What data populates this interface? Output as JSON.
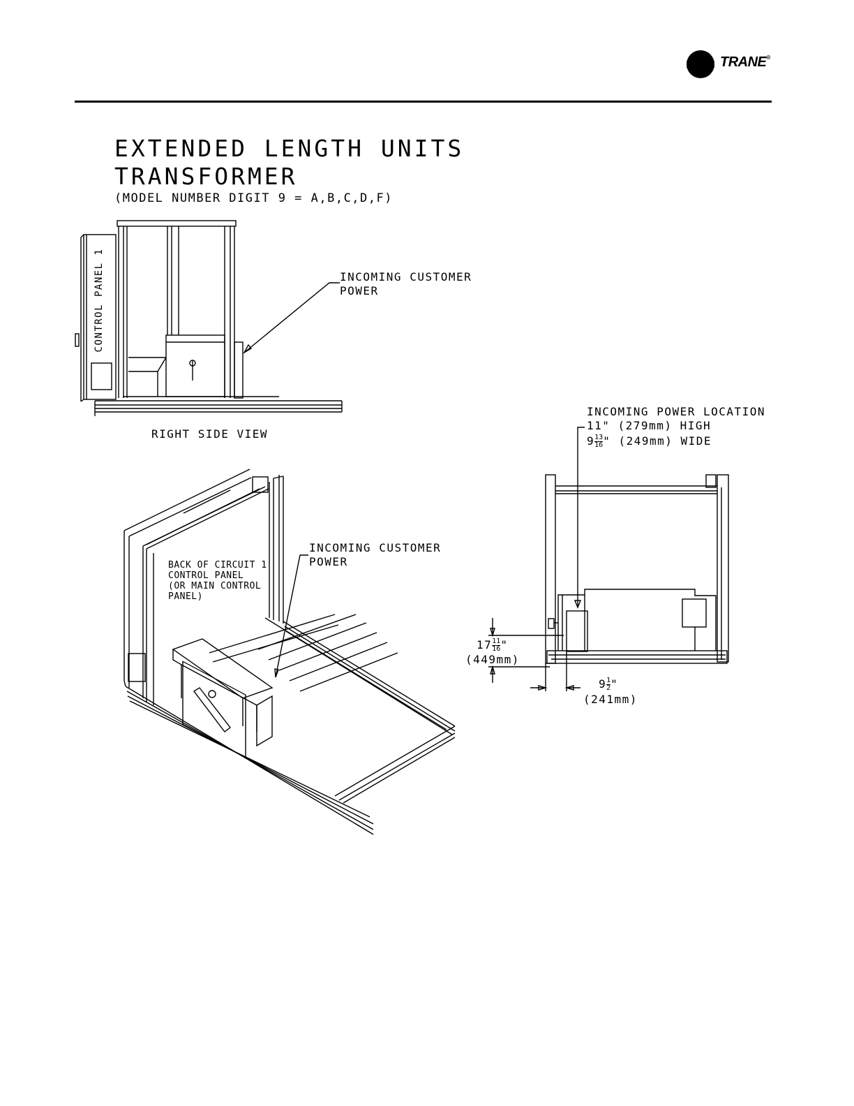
{
  "header": {
    "brand": "TRANE",
    "brand_mark": "®",
    "logo_icon": "trane-globe-logo"
  },
  "title": {
    "line1": "EXTENDED LENGTH UNITS",
    "line2": "TRANSFORMER",
    "line3": "(MODEL NUMBER DIGIT 9 = A,B,C,D,F)"
  },
  "right_side_view": {
    "panel_label": "CONTROL PANEL 1",
    "callout_line1": "INCOMING CUSTOMER",
    "callout_line2": "POWER",
    "caption": "RIGHT SIDE VIEW"
  },
  "iso_view": {
    "panel_note_line1": "BACK OF CIRCUIT 1",
    "panel_note_line2": "CONTROL PANEL",
    "panel_note_line3": "(OR MAIN CONTROL",
    "panel_note_line4": "PANEL)",
    "callout_line1": "INCOMING CUSTOMER",
    "callout_line2": "POWER"
  },
  "front_view": {
    "location_title": "INCOMING POWER LOCATION",
    "height_spec": "11\" (279mm) HIGH",
    "width_whole": "9",
    "width_num": "13",
    "width_den": "16",
    "width_rest": "\" (249mm) WIDE",
    "vdim_whole": "17",
    "vdim_num": "11",
    "vdim_den": "16",
    "vdim_mark": "\"",
    "vdim_metric": "(449mm)",
    "hdim_whole": "9",
    "hdim_num": "1",
    "hdim_den": "2",
    "hdim_mark": "\"",
    "hdim_metric": "(241mm)"
  }
}
